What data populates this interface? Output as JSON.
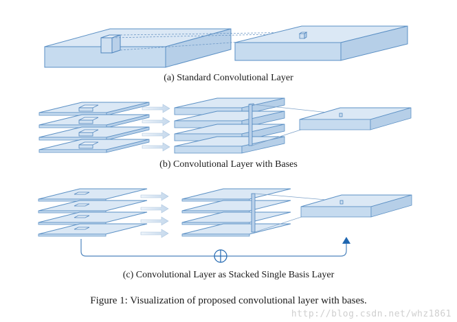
{
  "panels": {
    "a": {
      "caption": "(a)  Standard Convolutional Layer"
    },
    "b": {
      "caption": "(b)  Convolutional Layer with Bases"
    },
    "c": {
      "caption": "(c)  Convolutional Layer as Stacked Single Basis Layer"
    }
  },
  "figure_caption": "Figure 1:  Visualization of proposed convolutional layer with bases.",
  "watermark": "http://blog.csdn.net/whz1861",
  "colors": {
    "slab_top": "#dbe8f5",
    "slab_side": "#bcd3ea",
    "slab_edge": "#5a8fc4",
    "arrow": "#c9dcee",
    "accent": "#1f66b0"
  },
  "icons": [
    "oplus-icon",
    "arrowhead-up-icon",
    "block-arrow-icon"
  ]
}
